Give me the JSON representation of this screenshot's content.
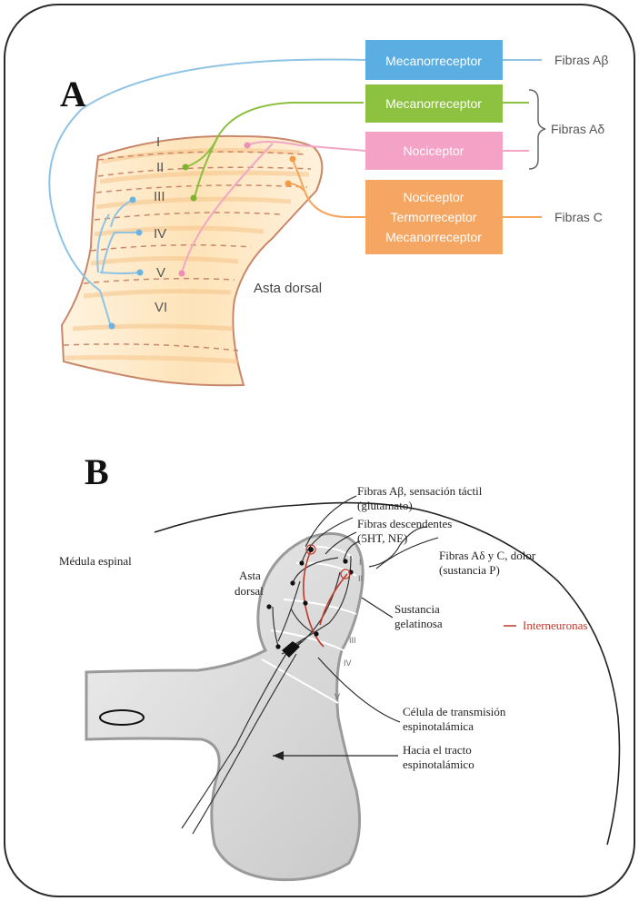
{
  "panelA": {
    "letter": "A",
    "boxes": {
      "mech_ab": "Mecanorreceptor",
      "mech_ad": "Mecanorreceptor",
      "noci_ad": "Nociceptor",
      "c_line1": "Nociceptor",
      "c_line2": "Termorreceptor",
      "c_line3": "Mecanorreceptor"
    },
    "fibers": {
      "ab": "Fibras Aβ",
      "ad": "Fibras Aδ",
      "c": "Fibras C"
    },
    "laminae": [
      "I",
      "II",
      "III",
      "IV",
      "V",
      "VI"
    ],
    "horn_label": "Asta dorsal",
    "colors": {
      "ab": "#8fc3e6",
      "ad_mech": "#8cbf3f",
      "ad_noci": "#f1a7c4",
      "c": "#f5a55a",
      "box_blue": "#5aaee2",
      "box_green": "#8cc23f",
      "box_pink": "#f4a2c5",
      "box_orange": "#f6a663",
      "tissue": "#fbe3c0",
      "tissue_border": "#c9876a"
    }
  },
  "panelB": {
    "letter": "B",
    "spinal_cord_label": "Médula espinal",
    "horn_label_1": "Asta",
    "horn_label_2": "dorsal",
    "ab_line1": "Fibras Aβ, sensación táctil",
    "ab_line2": "(glutamato)",
    "desc_line1": "Fibras descendentes",
    "desc_line2": "(5HT, NE)",
    "adc_line1": "Fibras Aδ y C, dolor",
    "adc_line2": "(sustancia P)",
    "gel_line1": "Sustancia",
    "gel_line2": "gelatinosa",
    "cell_line1": "Célula de transmisión",
    "cell_line2": "espinotalámica",
    "tract_line1": "Hacia el tracto",
    "tract_line2": "espinotalámico",
    "legend": "Interneuronas",
    "laminae": [
      "I",
      "II",
      "III",
      "IV",
      "V"
    ],
    "colors": {
      "interneuron": "#c0392b",
      "gray_fill": "#d8d8d8",
      "gray_border": "#9a9a9a"
    }
  }
}
